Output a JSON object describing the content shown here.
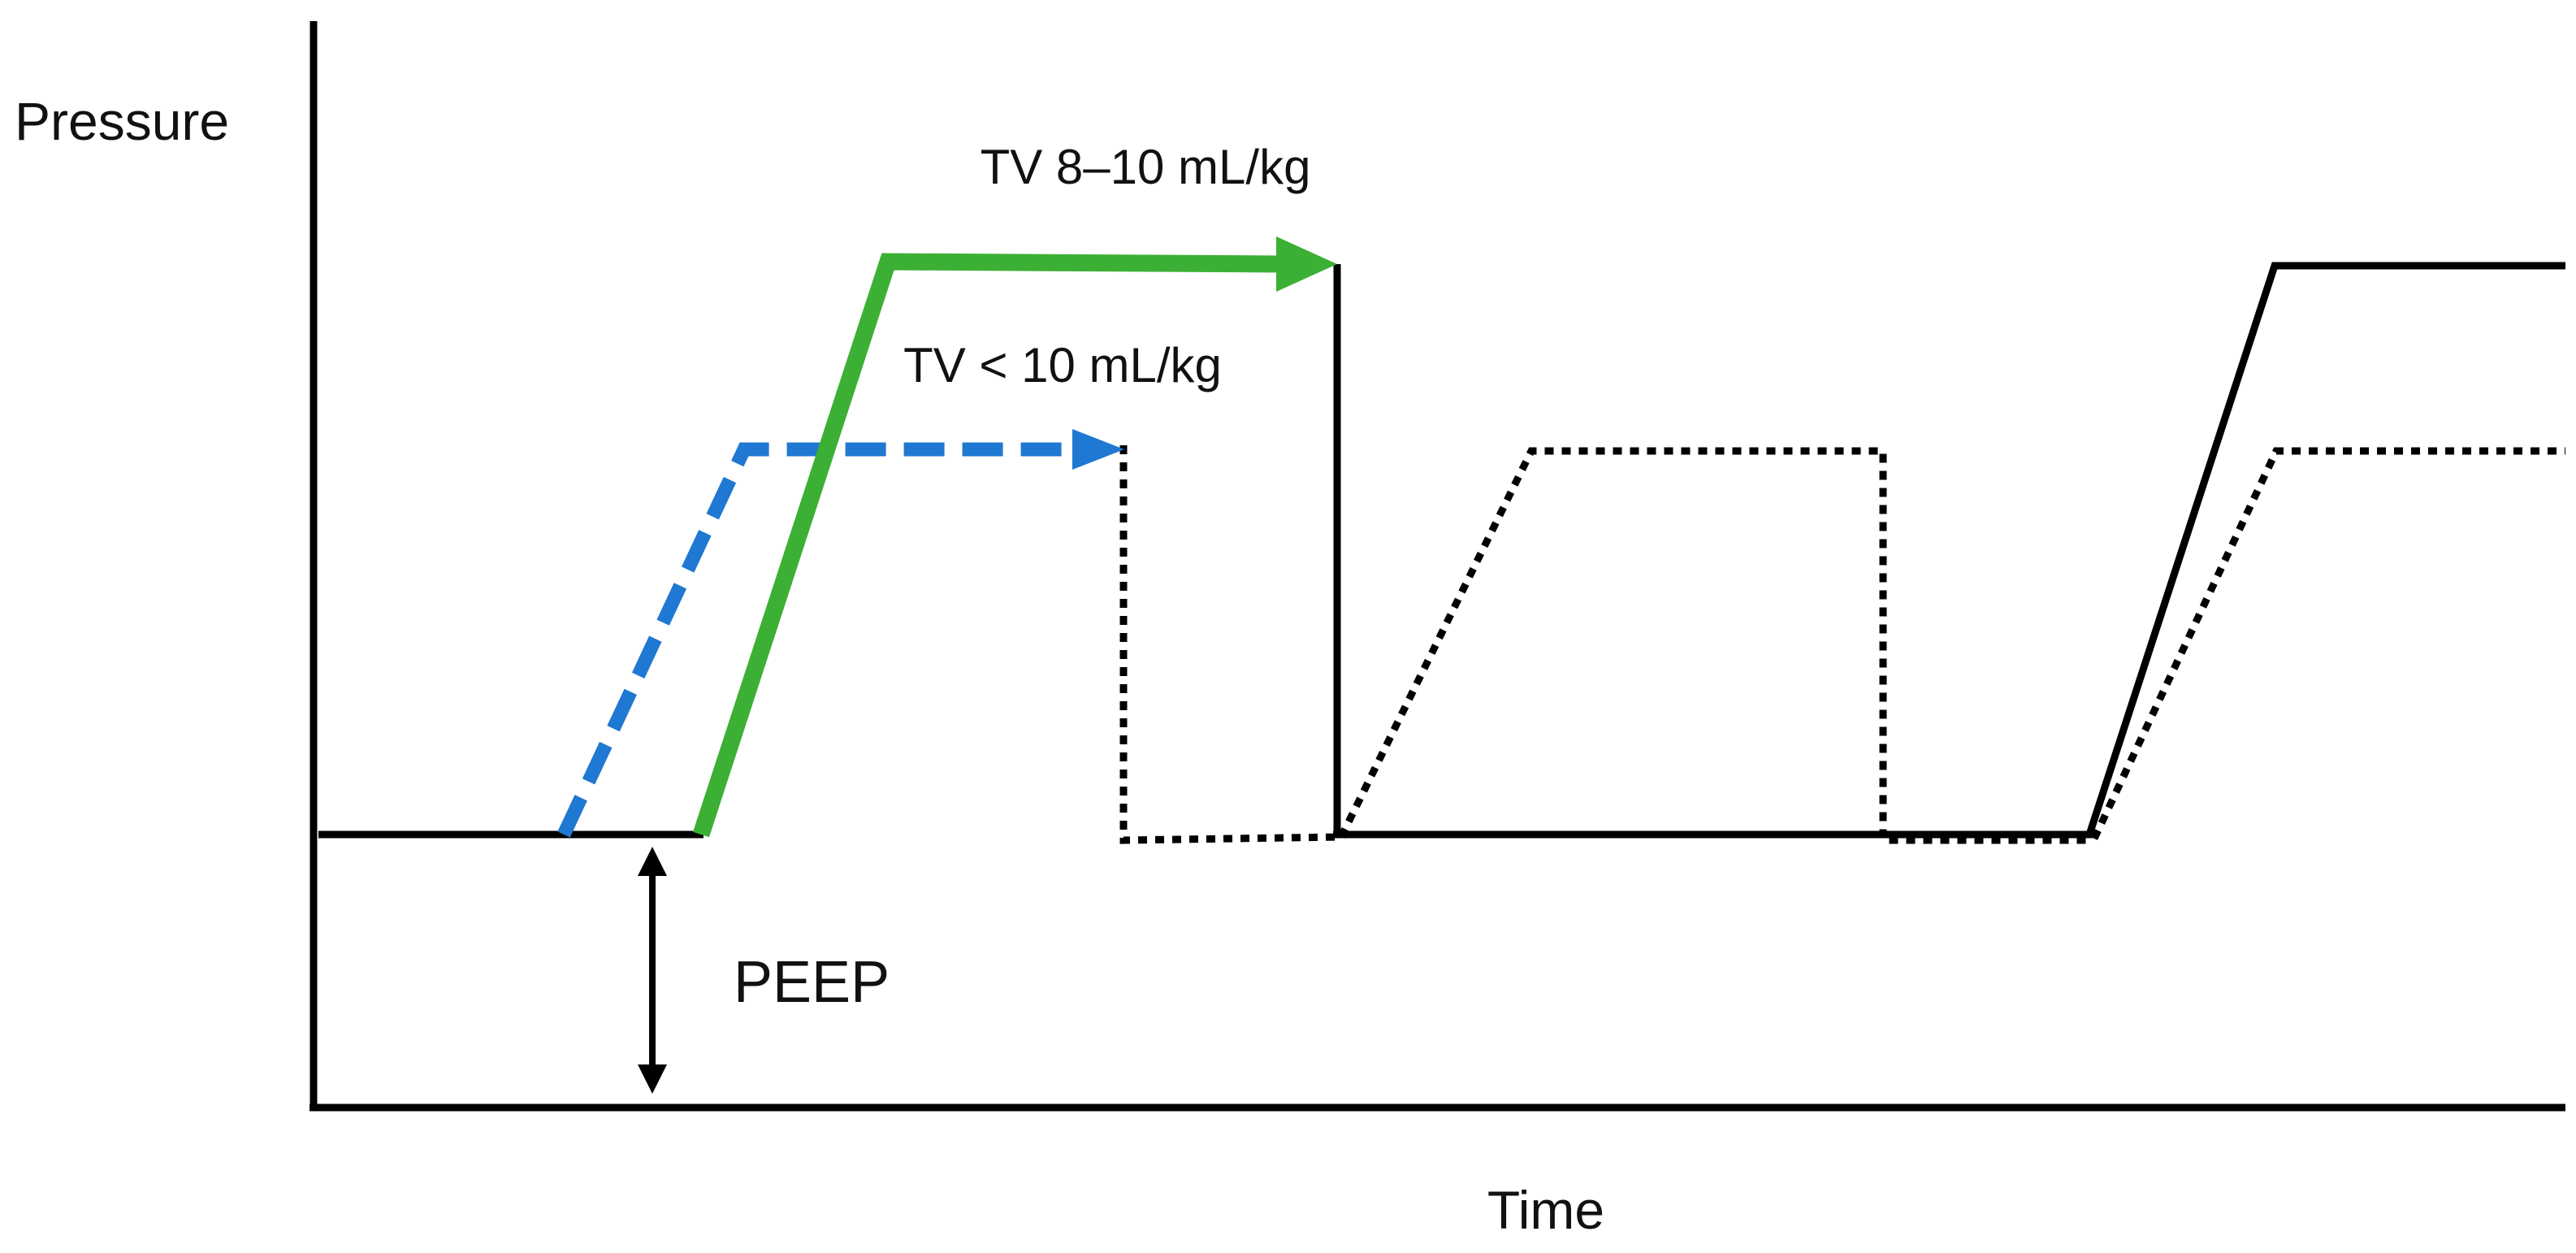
{
  "labels": {
    "y_axis": "Pressure",
    "x_axis": "Time",
    "tv_high": "TV 8–10 mL/kg",
    "tv_low": "TV < 10 mL/kg",
    "peep": "PEEP"
  },
  "colors": {
    "axis": "#000000",
    "waveform_solid": "#000000",
    "waveform_dotted": "#000000",
    "tv_high_arrow": "#3cb034",
    "tv_low_arrow": "#1f78d1",
    "background": "#ffffff"
  },
  "icons": {
    "peep_marker": "double-headed-arrow-icon"
  }
}
